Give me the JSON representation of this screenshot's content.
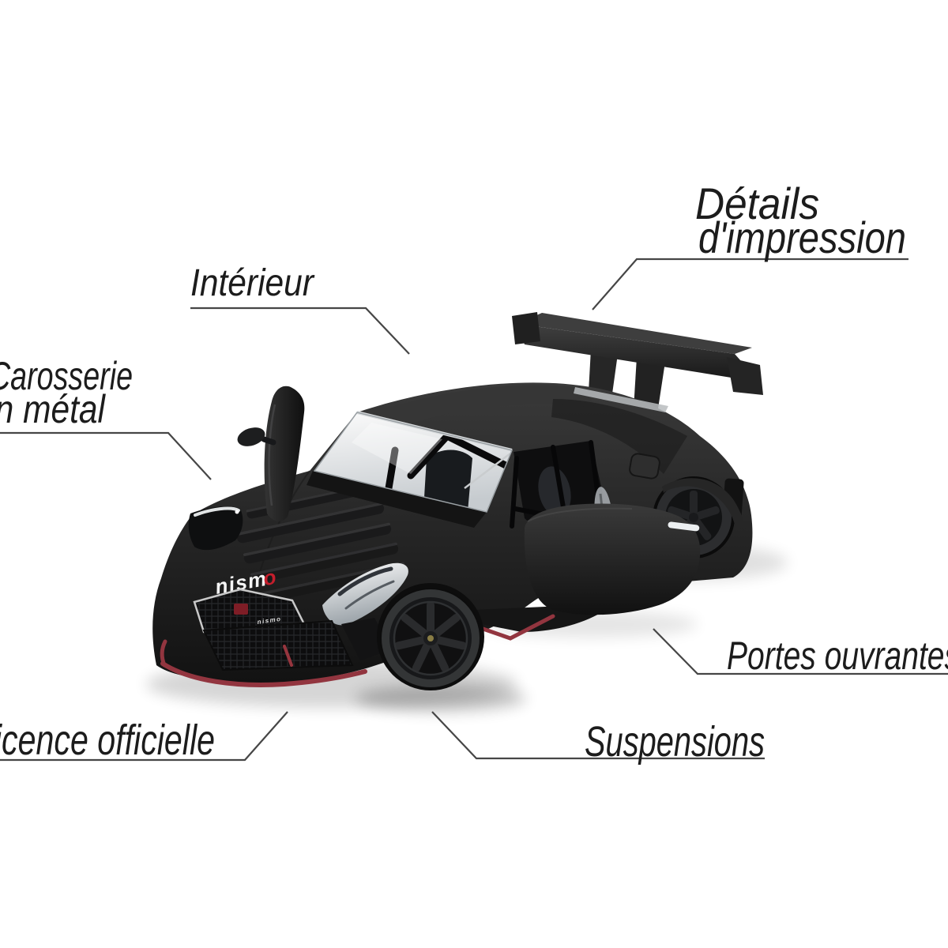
{
  "annotations": {
    "print_details": {
      "line1": "Détails",
      "line2": "d'impression"
    },
    "interior": {
      "label": "Intérieur"
    },
    "metal_body": {
      "line1": "Carosserie",
      "line2": "en métal"
    },
    "official_license": {
      "label": "Licence officielle"
    },
    "suspensions": {
      "label": "Suspensions"
    },
    "opening_doors": {
      "label": "Portes ouvrantes"
    }
  },
  "car": {
    "front_badge_prefix": "nism",
    "front_badge_suffix": "o",
    "grille_badge": "nismo",
    "colors": {
      "background": "#ffffff",
      "body_black": "#2b2b2b",
      "accent_red": "#92353f",
      "badge_red": "#c41e2c",
      "chrome": "#d9dcde",
      "label_text": "#1c1c1c",
      "leader_line": "#464646"
    }
  }
}
